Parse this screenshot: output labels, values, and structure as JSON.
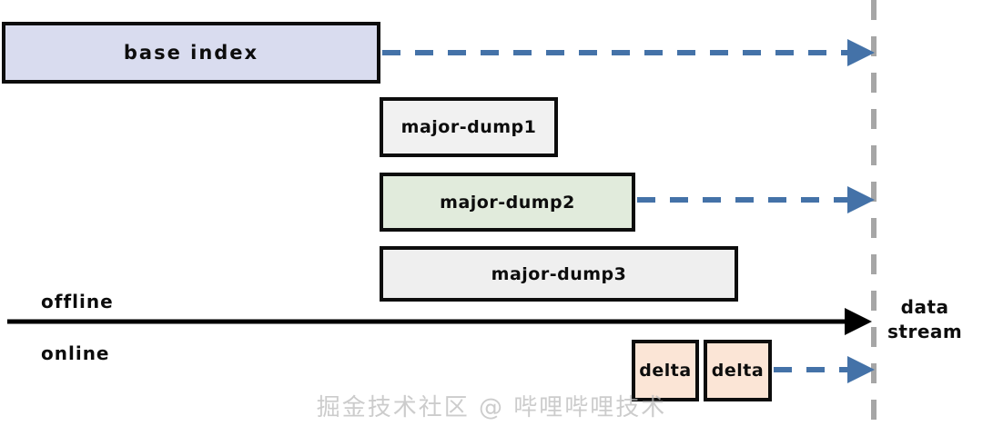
{
  "diagram": {
    "title": "offline-online index data stream timeline",
    "colors": {
      "box_border": "#0d0d0d",
      "base_index_fill": "#d9dcef",
      "major_dump1_fill": "#f1f1f1",
      "major_dump2_fill": "#e1ebdc",
      "major_dump3_fill": "#efefef",
      "delta_fill": "#fbe5d6",
      "dashed_arrow": "#4472a8",
      "solid_arrow": "#000000",
      "vertical_dashed_line": "#a6a6a6",
      "watermark": "#b9b9b9"
    },
    "boxes": [
      {
        "id": "base-index",
        "label": "base index",
        "fill": "#d9dcef"
      },
      {
        "id": "major-dump1",
        "label": "major-dump1",
        "fill": "#f1f1f1"
      },
      {
        "id": "major-dump2",
        "label": "major-dump2",
        "fill": "#e1ebdc"
      },
      {
        "id": "major-dump3",
        "label": "major-dump3",
        "fill": "#efefef"
      },
      {
        "id": "delta-1",
        "label": "delta",
        "fill": "#fbe5d6"
      },
      {
        "id": "delta-2",
        "label": "delta",
        "fill": "#fbe5d6"
      }
    ],
    "labels": {
      "offline": "offline",
      "online": "online",
      "data_stream_line1": "data",
      "data_stream_line2": "stream"
    },
    "connectors": [
      {
        "id": "base-index-flow",
        "from": "base index",
        "to": "data stream",
        "style": "dashed",
        "color": "#4472a8"
      },
      {
        "id": "major-dump2-flow",
        "from": "major-dump2",
        "to": "data stream",
        "style": "dashed",
        "color": "#4472a8"
      },
      {
        "id": "delta-flow",
        "from": "delta",
        "to": "data stream",
        "style": "dashed",
        "color": "#4472a8"
      },
      {
        "id": "timeline-axis",
        "from": "offline/online boundary",
        "to": "data stream",
        "style": "solid",
        "color": "#000000"
      }
    ],
    "watermark": "掘金技术社区 @ 哔哩哔哩技术"
  }
}
